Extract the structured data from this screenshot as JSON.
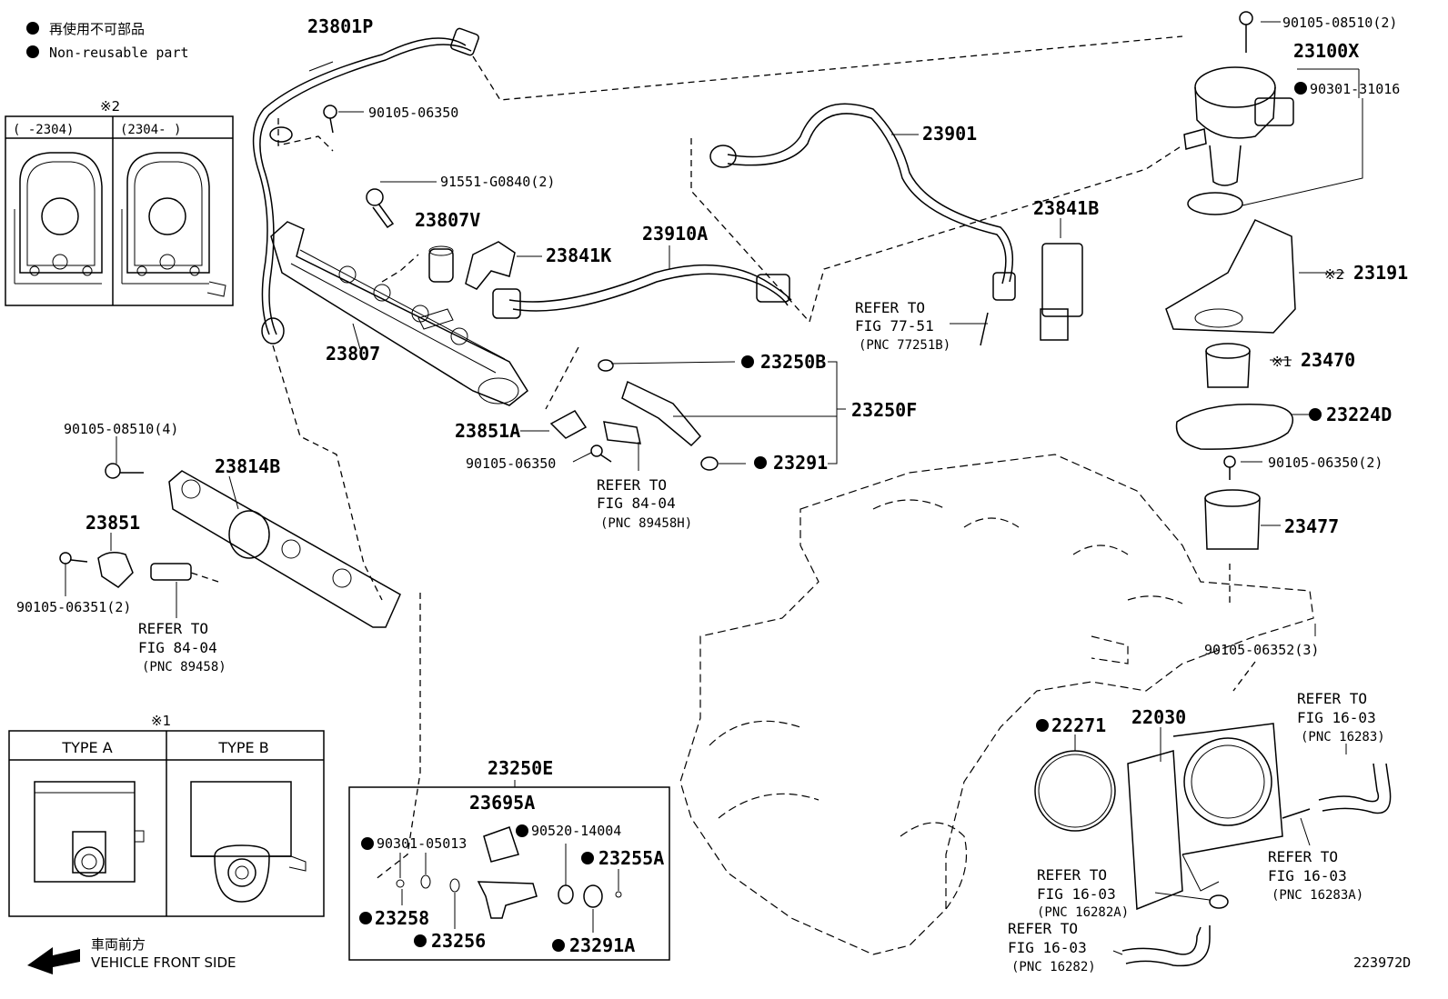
{
  "legend": {
    "jp": "再使用不可部品",
    "en": "Non-reusable part"
  },
  "inset_top": {
    "mark": "※2",
    "col1": "(    -2304)",
    "col2": "(2304-    )"
  },
  "inset_bottom": {
    "mark": "※1",
    "type_a": "TYPE A",
    "type_b": "TYPE B"
  },
  "inset_injector": {
    "title": "23250E"
  },
  "front": {
    "jp": "車両前方",
    "en": "VEHICLE FRONT SIDE"
  },
  "diagram_id": "223972D",
  "parts": {
    "p23801P": "23801P",
    "p90105_06350_a": "90105-06350",
    "p91551": "91551-G0840(2)",
    "p23807V": "23807V",
    "p23841K": "23841K",
    "p23910A": "23910A",
    "p23901": "23901",
    "p23807": "23807",
    "p23100X": "23100X",
    "p90105_08510_2": "90105-08510(2)",
    "p90301_31016": "90301-31016",
    "p23841B": "23841B",
    "p23191": "23191",
    "p23191_mark": "※2",
    "p23470": "23470",
    "p23470_mark": "※1",
    "p23224D": "23224D",
    "p90105_06350_2": "90105-06350(2)",
    "p23477": "23477",
    "p90105_06352": "90105-06352(3)",
    "p23250B": "23250B",
    "p23250F": "23250F",
    "p23291": "23291",
    "p23851A": "23851A",
    "p90105_06350_b": "90105-06350",
    "p90105_08510_4": "90105-08510(4)",
    "p23814B": "23814B",
    "p23851": "23851",
    "p90105_06351": "90105-06351(2)",
    "p23695A": "23695A",
    "p90301_05013": "90301-05013",
    "p90520_14004": "90520-14004",
    "p23255A": "23255A",
    "p23258": "23258",
    "p23256": "23256",
    "p23291A": "23291A",
    "p22271": "22271",
    "p22030": "22030"
  },
  "refs": {
    "r77_1": "REFER TO",
    "r77_2": "FIG 77-51",
    "r77_3": "(PNC 77251B)",
    "r84a_1": "REFER TO",
    "r84a_2": "FIG 84-04",
    "r84a_3": "(PNC 89458H)",
    "r84b_1": "REFER TO",
    "r84b_2": "FIG 84-04",
    "r84b_3": "(PNC 89458)",
    "r16a_1": "REFER TO",
    "r16a_2": "FIG 16-03",
    "r16a_3": "(PNC 16283)",
    "r16b_1": "REFER TO",
    "r16b_2": "FIG 16-03",
    "r16b_3": "(PNC 16283A)",
    "r16c_1": "REFER TO",
    "r16c_2": "FIG 16-03",
    "r16c_3": "(PNC 16282A)",
    "r16d_1": "REFER TO",
    "r16d_2": "FIG 16-03",
    "r16d_3": "(PNC 16282)"
  }
}
